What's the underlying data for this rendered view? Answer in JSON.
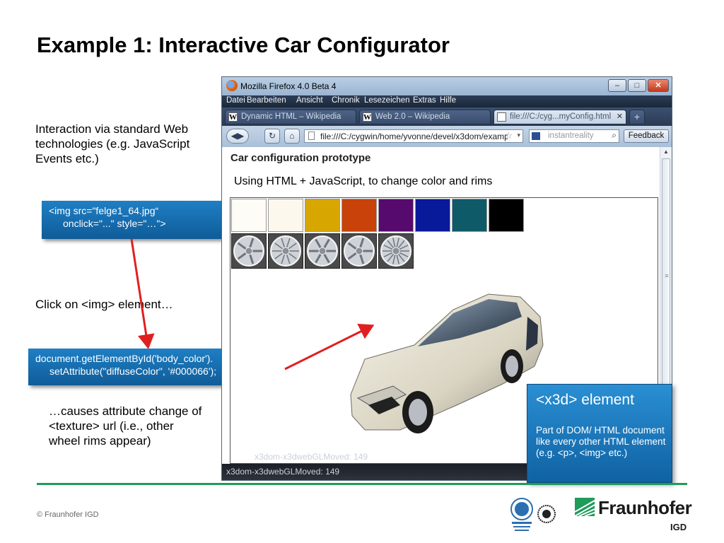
{
  "slide": {
    "title": "Example 1: Interactive Car Configurator",
    "note_interaction": "Interaction via standard Web technologies (e.g. JavaScript Events etc.)",
    "code_img_line1": "<img src=\"felge1_64.jpg“",
    "code_img_line2": "onclick=\"...\" style=\"…\">",
    "note_click": "Click on <img> element…",
    "code_js_line1": "document.getElementById('body_color').",
    "code_js_line2": "setAttribute(\"diffuseColor\", '#000066');",
    "note_causes": "…causes attribute change of <texture> url (i.e., other wheel rims appear)",
    "callout_title": "<x3d> element",
    "callout_body": "Part of DOM/ HTML document  like every other HTML element (e.g. <p>, <img> etc.)",
    "copyright": "© Fraunhofer IGD",
    "brand_name": "Fraunhofer",
    "brand_unit": "IGD",
    "accent_color": "#1f9b5a",
    "arrow_color": "#e02020",
    "logos": [
      "certification-seal",
      "net-seal",
      "fraunhofer-logo"
    ]
  },
  "browser": {
    "window_title": "Mozilla Firefox 4.0 Beta 4",
    "menu": [
      "Datei",
      "Bearbeiten",
      "Ansicht",
      "Chronik",
      "Lesezeichen",
      "Extras",
      "Hilfe"
    ],
    "tabs": [
      {
        "label": "Dynamic HTML – Wikipedia",
        "icon": "W"
      },
      {
        "label": "Web 2.0 – Wikipedia",
        "icon": "W"
      },
      {
        "label": "file:///C:/cyg...myConfig.html",
        "icon": ""
      }
    ],
    "url": "file:///C:/cygwin/home/yvonne/devel/x3dom/examp",
    "search_placeholder": "instantreality",
    "feedback_label": "Feedback",
    "status": "x3dom-x3dwebGLMoved: 149"
  },
  "page": {
    "heading": "Car configuration prototype",
    "subtitle": "Using HTML + JavaScript, to change color and rims",
    "swatches": [
      "#fdfcf6",
      "#fdf8ee",
      "#d7a600",
      "#c8420a",
      "#560a6e",
      "#08199a",
      "#0f5a68",
      "#000000"
    ],
    "rims": [
      "rim-1",
      "rim-2",
      "rim-3",
      "rim-4",
      "rim-5"
    ],
    "stats_overlay": "x3dom-x3dwebGLMoved: 149"
  }
}
